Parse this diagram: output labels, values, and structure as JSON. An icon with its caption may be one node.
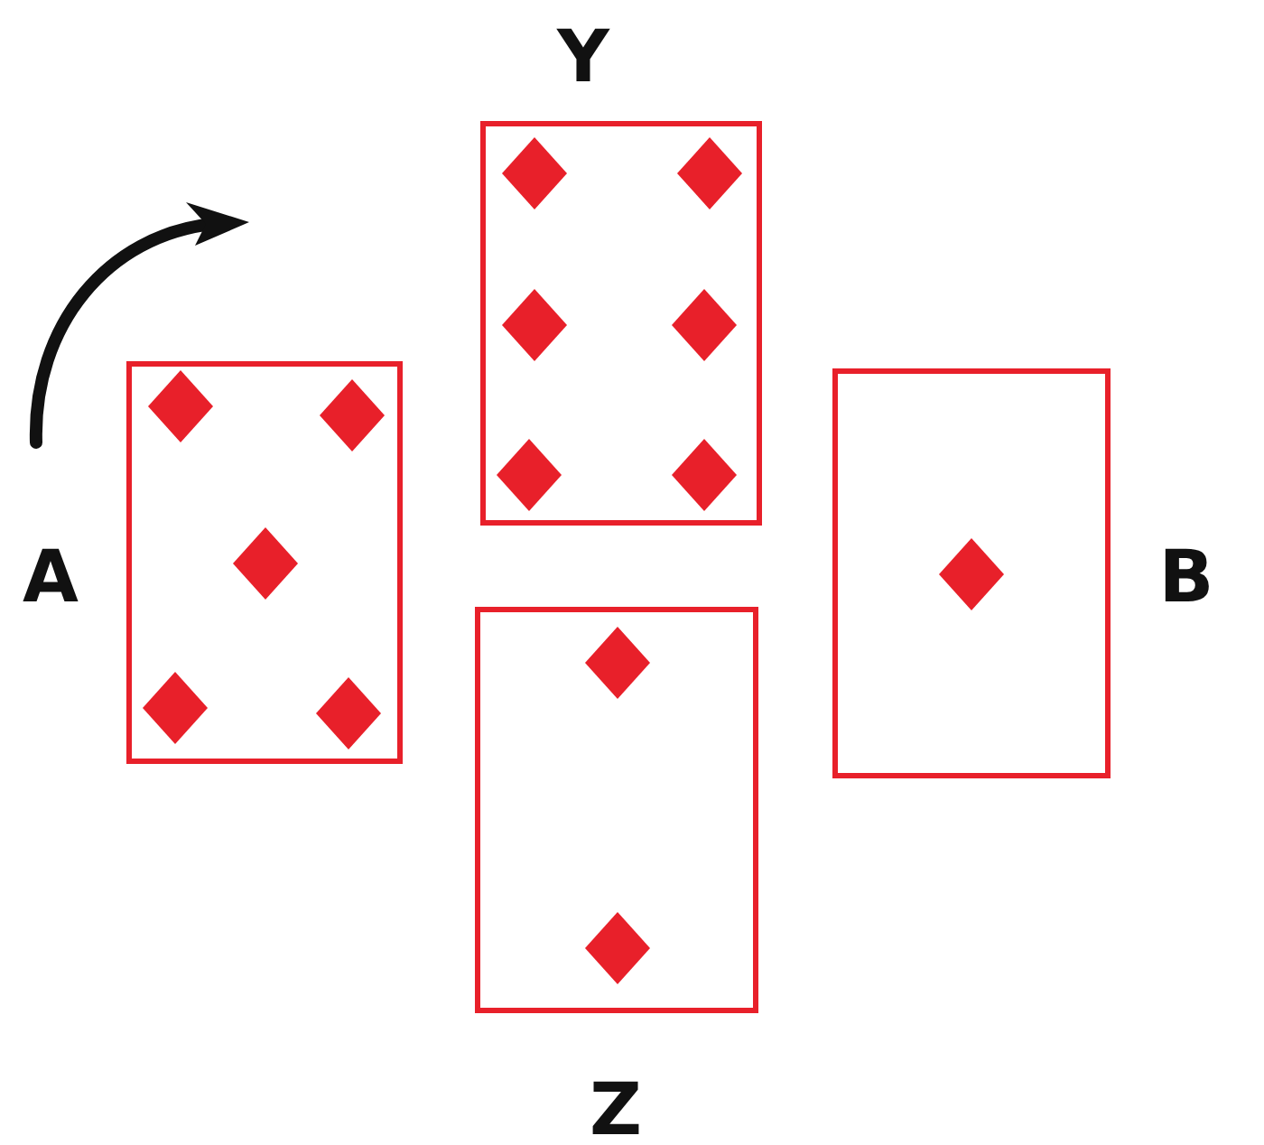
{
  "diagram": {
    "nodes": [
      {
        "text": [],
        "shape": "box",
        "beside": [
          "A"
        ]
      },
      {
        "text": [],
        "shape": "box",
        "beside": [
          "Y"
        ]
      },
      {
        "text": [],
        "shape": "box",
        "beside": [
          "Z"
        ]
      },
      {
        "text": [],
        "shape": "box",
        "beside": [
          "B"
        ]
      }
    ],
    "edges": []
  }
}
